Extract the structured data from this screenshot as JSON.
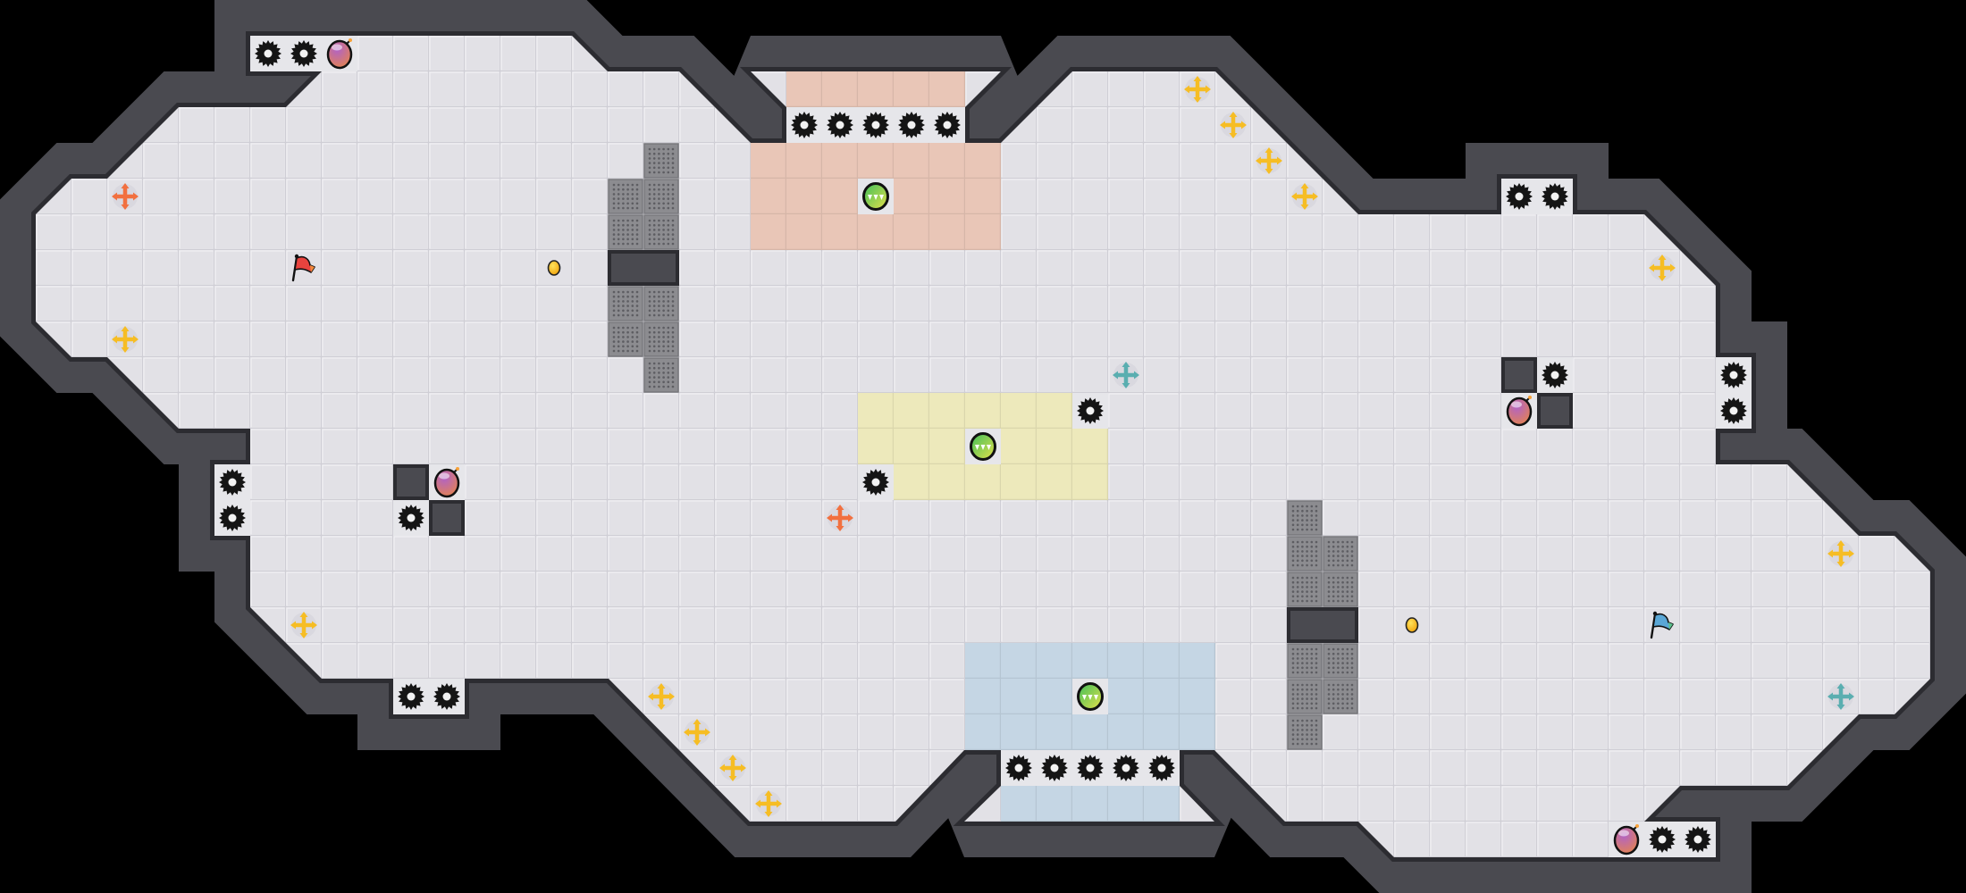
{
  "level": {
    "grid": {
      "cols": 55,
      "rows": 25,
      "unit": "tile"
    },
    "colors": {
      "background": "#000000",
      "wall": "#4a4a50",
      "wall_edge": "#2c2c31",
      "floor": "#e2e1e6",
      "floor_seam": "#cfced5",
      "floor_highlight": "#f1f1f4",
      "block_dark": "#48484d",
      "block_grate": "#8c8c90"
    },
    "zones": [
      {
        "name": "peach-zone",
        "color": "#e9c6b7",
        "cells": [
          [
            22,
            2
          ],
          [
            23,
            2
          ],
          [
            24,
            2
          ],
          [
            25,
            2
          ],
          [
            26,
            2
          ],
          [
            21,
            4
          ],
          [
            22,
            4
          ],
          [
            23,
            4
          ],
          [
            24,
            4
          ],
          [
            25,
            4
          ],
          [
            26,
            4
          ],
          [
            27,
            4
          ],
          [
            21,
            5
          ],
          [
            22,
            5
          ],
          [
            23,
            5
          ],
          [
            25,
            5
          ],
          [
            26,
            5
          ],
          [
            27,
            5
          ],
          [
            21,
            6
          ],
          [
            22,
            6
          ],
          [
            23,
            6
          ],
          [
            24,
            6
          ],
          [
            25,
            6
          ],
          [
            26,
            6
          ],
          [
            27,
            6
          ]
        ]
      },
      {
        "name": "yellow-zone",
        "color": "#ede9bb",
        "cells": [
          [
            24,
            11
          ],
          [
            25,
            11
          ],
          [
            26,
            11
          ],
          [
            27,
            11
          ],
          [
            28,
            11
          ],
          [
            29,
            11
          ],
          [
            24,
            12
          ],
          [
            25,
            12
          ],
          [
            26,
            12
          ],
          [
            28,
            12
          ],
          [
            29,
            12
          ],
          [
            30,
            12
          ],
          [
            25,
            13
          ],
          [
            26,
            13
          ],
          [
            27,
            13
          ],
          [
            28,
            13
          ],
          [
            29,
            13
          ],
          [
            30,
            13
          ]
        ]
      },
      {
        "name": "blue-zone",
        "color": "#c5d6e4",
        "cells": [
          [
            27,
            18
          ],
          [
            28,
            18
          ],
          [
            29,
            18
          ],
          [
            30,
            18
          ],
          [
            31,
            18
          ],
          [
            32,
            18
          ],
          [
            33,
            18
          ],
          [
            27,
            19
          ],
          [
            28,
            19
          ],
          [
            29,
            19
          ],
          [
            31,
            19
          ],
          [
            32,
            19
          ],
          [
            33,
            19
          ],
          [
            27,
            20
          ],
          [
            28,
            20
          ],
          [
            29,
            20
          ],
          [
            30,
            20
          ],
          [
            31,
            20
          ],
          [
            32,
            20
          ],
          [
            33,
            20
          ],
          [
            28,
            22
          ],
          [
            29,
            22
          ],
          [
            30,
            22
          ],
          [
            31,
            22
          ],
          [
            32,
            22
          ]
        ]
      }
    ],
    "grate_blocks": [
      [
        18,
        4
      ],
      [
        17,
        5
      ],
      [
        18,
        5
      ],
      [
        17,
        6
      ],
      [
        18,
        6
      ],
      [
        17,
        8
      ],
      [
        18,
        8
      ],
      [
        17,
        9
      ],
      [
        18,
        9
      ],
      [
        18,
        10
      ],
      [
        36,
        14
      ],
      [
        36,
        15
      ],
      [
        37,
        15
      ],
      [
        36,
        16
      ],
      [
        37,
        16
      ],
      [
        36,
        18
      ],
      [
        37,
        18
      ],
      [
        36,
        19
      ],
      [
        37,
        19
      ],
      [
        36,
        20
      ]
    ],
    "dark_blocks": [
      {
        "col": 17,
        "row": 7,
        "w": 2
      },
      {
        "col": 36,
        "row": 17,
        "w": 2
      },
      {
        "col": 11,
        "row": 13,
        "w": 1
      },
      {
        "col": 12,
        "row": 14,
        "w": 1
      },
      {
        "col": 42,
        "row": 10,
        "w": 1
      },
      {
        "col": 43,
        "row": 11,
        "w": 1
      }
    ],
    "entities": [
      {
        "type": "spike",
        "icon": "sawblade-spike-icon",
        "col": 7,
        "row": 1
      },
      {
        "type": "spike",
        "icon": "sawblade-spike-icon",
        "col": 8,
        "row": 1
      },
      {
        "type": "bomb",
        "icon": "bomb-icon",
        "col": 9,
        "row": 1
      },
      {
        "type": "spike",
        "icon": "sawblade-spike-icon",
        "col": 22,
        "row": 3
      },
      {
        "type": "spike",
        "icon": "sawblade-spike-icon",
        "col": 23,
        "row": 3
      },
      {
        "type": "spike",
        "icon": "sawblade-spike-icon",
        "col": 24,
        "row": 3
      },
      {
        "type": "spike",
        "icon": "sawblade-spike-icon",
        "col": 25,
        "row": 3
      },
      {
        "type": "spike",
        "icon": "sawblade-spike-icon",
        "col": 26,
        "row": 3
      },
      {
        "type": "capture-point",
        "icon": "capture-point-icon",
        "col": 24,
        "row": 5
      },
      {
        "type": "arrow-powerup",
        "icon": "move-arrows-icon",
        "color": "orange",
        "col": 3,
        "row": 5
      },
      {
        "type": "flag",
        "icon": "flag-icon",
        "team": "red",
        "col": 8,
        "row": 7
      },
      {
        "type": "coin",
        "icon": "coin-icon",
        "col": 15,
        "row": 7
      },
      {
        "type": "arrow-powerup",
        "icon": "move-arrows-icon",
        "color": "yellow",
        "col": 3,
        "row": 9
      },
      {
        "type": "arrow-powerup",
        "icon": "move-arrows-icon",
        "color": "yellow",
        "col": 33,
        "row": 2
      },
      {
        "type": "arrow-powerup",
        "icon": "move-arrows-icon",
        "color": "yellow",
        "col": 34,
        "row": 3
      },
      {
        "type": "arrow-powerup",
        "icon": "move-arrows-icon",
        "color": "yellow",
        "col": 35,
        "row": 4
      },
      {
        "type": "arrow-powerup",
        "icon": "move-arrows-icon",
        "color": "yellow",
        "col": 36,
        "row": 5
      },
      {
        "type": "spike",
        "icon": "sawblade-spike-icon",
        "col": 42,
        "row": 5
      },
      {
        "type": "spike",
        "icon": "sawblade-spike-icon",
        "col": 43,
        "row": 5
      },
      {
        "type": "arrow-powerup",
        "icon": "move-arrows-icon",
        "color": "yellow",
        "col": 46,
        "row": 7
      },
      {
        "type": "spike",
        "icon": "sawblade-spike-icon",
        "col": 43,
        "row": 10
      },
      {
        "type": "bomb",
        "icon": "bomb-icon",
        "col": 42,
        "row": 11
      },
      {
        "type": "spike",
        "icon": "sawblade-spike-icon",
        "col": 48,
        "row": 10
      },
      {
        "type": "spike",
        "icon": "sawblade-spike-icon",
        "col": 48,
        "row": 11
      },
      {
        "type": "arrow-powerup",
        "icon": "move-arrows-icon",
        "color": "teal",
        "col": 31,
        "row": 10
      },
      {
        "type": "spike",
        "icon": "sawblade-spike-icon",
        "col": 30,
        "row": 11
      },
      {
        "type": "capture-point",
        "icon": "capture-point-icon",
        "col": 27,
        "row": 12
      },
      {
        "type": "spike",
        "icon": "sawblade-spike-icon",
        "col": 24,
        "row": 13
      },
      {
        "type": "spike",
        "icon": "sawblade-spike-icon",
        "col": 6,
        "row": 13
      },
      {
        "type": "spike",
        "icon": "sawblade-spike-icon",
        "col": 6,
        "row": 14
      },
      {
        "type": "bomb",
        "icon": "bomb-icon",
        "col": 12,
        "row": 13
      },
      {
        "type": "spike",
        "icon": "sawblade-spike-icon",
        "col": 11,
        "row": 14
      },
      {
        "type": "arrow-powerup",
        "icon": "move-arrows-icon",
        "color": "orange",
        "col": 23,
        "row": 14
      },
      {
        "type": "arrow-powerup",
        "icon": "move-arrows-icon",
        "color": "yellow",
        "col": 51,
        "row": 15
      },
      {
        "type": "coin",
        "icon": "coin-icon",
        "col": 39,
        "row": 17
      },
      {
        "type": "flag",
        "icon": "flag-icon",
        "team": "blue",
        "col": 46,
        "row": 17
      },
      {
        "type": "arrow-powerup",
        "icon": "move-arrows-icon",
        "color": "yellow",
        "col": 8,
        "row": 17
      },
      {
        "type": "arrow-powerup",
        "icon": "move-arrows-icon",
        "color": "teal",
        "col": 51,
        "row": 19
      },
      {
        "type": "capture-point",
        "icon": "capture-point-icon",
        "col": 30,
        "row": 19
      },
      {
        "type": "spike",
        "icon": "sawblade-spike-icon",
        "col": 11,
        "row": 19
      },
      {
        "type": "spike",
        "icon": "sawblade-spike-icon",
        "col": 12,
        "row": 19
      },
      {
        "type": "arrow-powerup",
        "icon": "move-arrows-icon",
        "color": "yellow",
        "col": 18,
        "row": 19
      },
      {
        "type": "arrow-powerup",
        "icon": "move-arrows-icon",
        "color": "yellow",
        "col": 19,
        "row": 20
      },
      {
        "type": "arrow-powerup",
        "icon": "move-arrows-icon",
        "color": "yellow",
        "col": 20,
        "row": 21
      },
      {
        "type": "arrow-powerup",
        "icon": "move-arrows-icon",
        "color": "yellow",
        "col": 21,
        "row": 22
      },
      {
        "type": "spike",
        "icon": "sawblade-spike-icon",
        "col": 28,
        "row": 21
      },
      {
        "type": "spike",
        "icon": "sawblade-spike-icon",
        "col": 29,
        "row": 21
      },
      {
        "type": "spike",
        "icon": "sawblade-spike-icon",
        "col": 30,
        "row": 21
      },
      {
        "type": "spike",
        "icon": "sawblade-spike-icon",
        "col": 31,
        "row": 21
      },
      {
        "type": "spike",
        "icon": "sawblade-spike-icon",
        "col": 32,
        "row": 21
      },
      {
        "type": "bomb",
        "icon": "bomb-icon",
        "col": 45,
        "row": 23
      },
      {
        "type": "spike",
        "icon": "sawblade-spike-icon",
        "col": 46,
        "row": 23
      },
      {
        "type": "spike",
        "icon": "sawblade-spike-icon",
        "col": 47,
        "row": 23
      }
    ],
    "arrow_colors": {
      "orange": "#f2703f",
      "yellow": "#f6bd24",
      "teal": "#5aaeb0"
    },
    "flag_colors": {
      "red": "#e8433e",
      "blue": "#5aa7d6"
    }
  }
}
